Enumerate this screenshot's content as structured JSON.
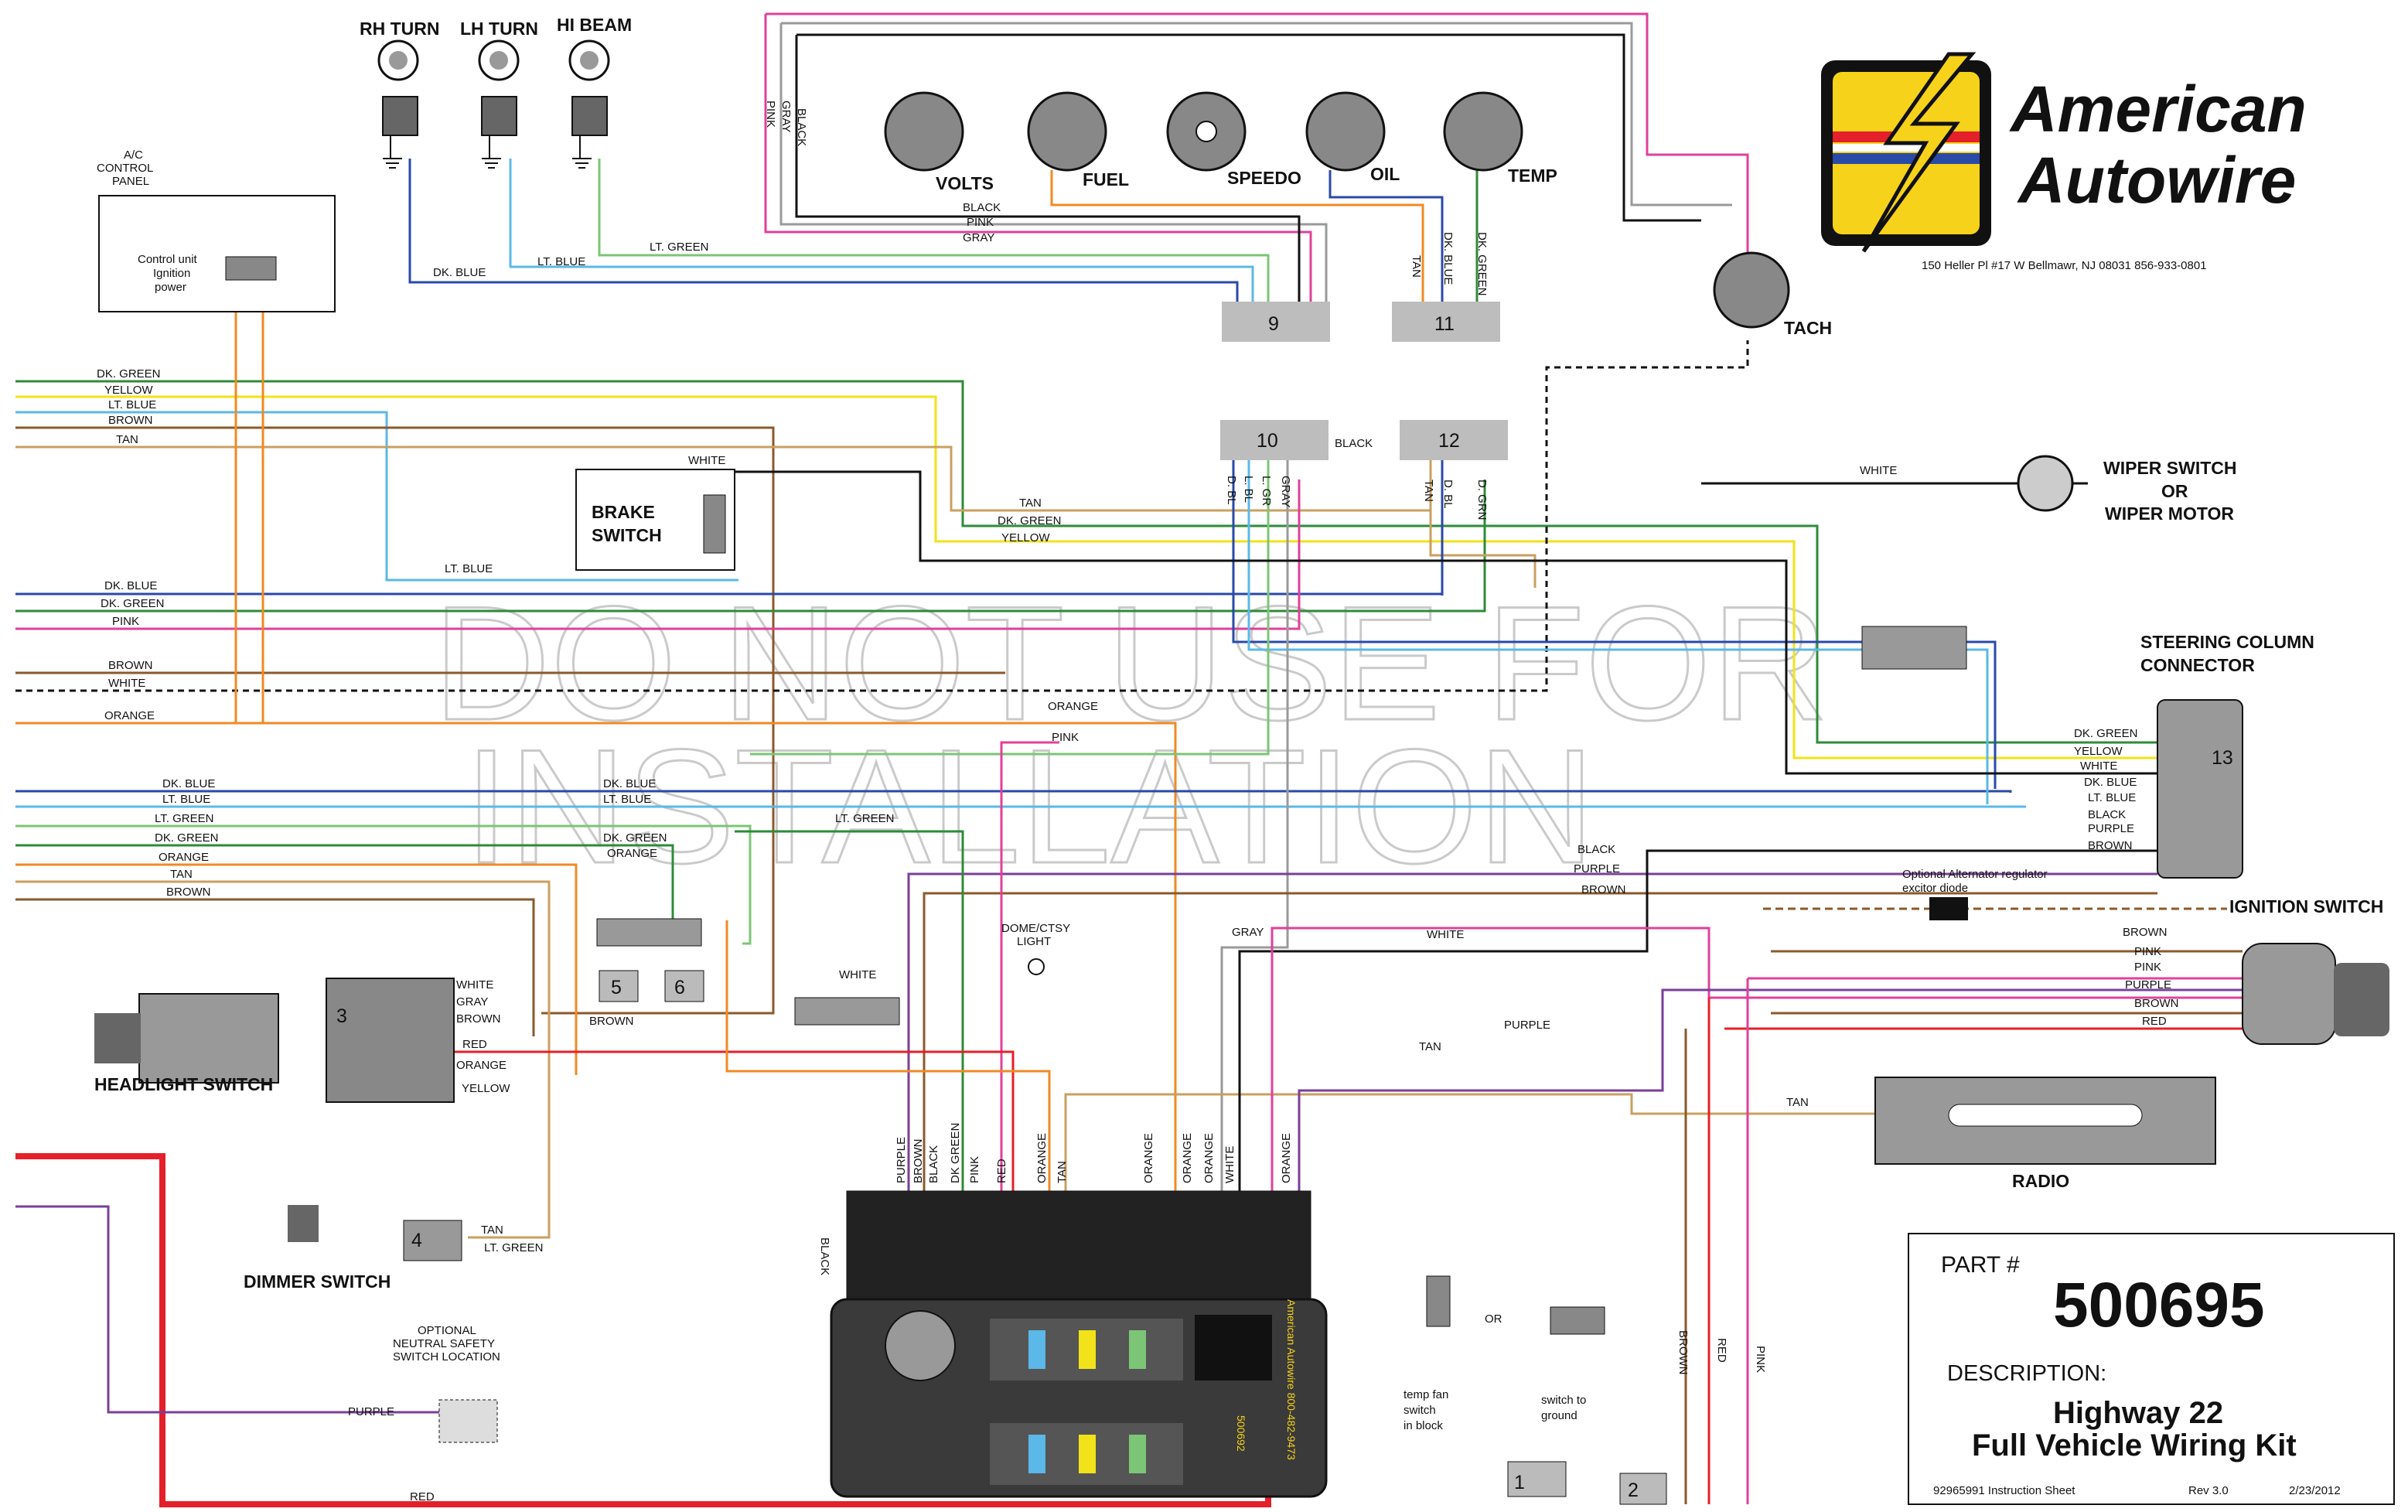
{
  "brand": {
    "line1": "American",
    "line2": "Autowire",
    "address": "150 Heller Pl #17 W   Bellmawr, NJ  08031   856-933-0801"
  },
  "watermark": {
    "line1": "DO NOT USE FOR",
    "line2": "INSTALLATION"
  },
  "components": {
    "rh_turn": "RH TURN",
    "lh_turn": "LH TURN",
    "hi_beam": "HI BEAM",
    "ac_panel": [
      "A/C",
      "CONTROL",
      "PANEL"
    ],
    "ac_note": [
      "Control unit",
      "Ignition",
      "power"
    ],
    "brake_switch": [
      "BRAKE",
      "SWITCH"
    ],
    "headlight_switch": "HEADLIGHT SWITCH",
    "dimmer_switch": "DIMMER SWITCH",
    "neutral_safety": [
      "OPTIONAL",
      "NEUTRAL SAFETY",
      "SWITCH LOCATION"
    ],
    "dome_light": [
      "DOME/CTSY",
      "LIGHT"
    ],
    "wiper": [
      "WIPER SWITCH",
      "OR",
      "WIPER MOTOR"
    ],
    "steering_column": [
      "STEERING COLUMN",
      "CONNECTOR"
    ],
    "ignition_switch": "IGNITION SWITCH",
    "radio": "RADIO",
    "tach": "TACH",
    "alternator_note": [
      "Optional Alternator regulator",
      "excitor diode"
    ],
    "temp_fan": [
      "temp fan",
      "switch",
      "in block"
    ],
    "switch_ground": [
      "switch to",
      "ground"
    ],
    "or_label": "OR"
  },
  "gauges": [
    "VOLTS",
    "FUEL",
    "SPEEDO",
    "OIL",
    "TEMP"
  ],
  "connectors": {
    "c1": "1",
    "c2": "2",
    "c3": "3",
    "c4": "4",
    "c5": "5",
    "c6": "6",
    "c9": "9",
    "c10": "10",
    "c11": "11",
    "c12": "12",
    "c13": "13"
  },
  "wire_labels": {
    "left_top": [
      "DK. GREEN",
      "YELLOW",
      "LT. BLUE",
      "BROWN",
      "TAN"
    ],
    "left_mid": [
      "DK. BLUE",
      "DK. GREEN",
      "PINK",
      "BROWN",
      "WHITE",
      "ORANGE"
    ],
    "left_low": [
      "DK. BLUE",
      "LT. BLUE",
      "LT. GREEN",
      "DK. GREEN",
      "ORANGE",
      "TAN",
      "BROWN"
    ],
    "col_left": [
      "DK. BLUE",
      "LT. BLUE",
      "DK. GREEN",
      "ORANGE"
    ],
    "headlight": [
      "WHITE",
      "GRAY",
      "BROWN",
      "RED",
      "ORANGE",
      "YELLOW"
    ],
    "dimmer": [
      "TAN",
      "LT. GREEN"
    ],
    "steering": [
      "DK. GREEN",
      "YELLOW",
      "WHITE",
      "DK. BLUE",
      "LT. BLUE",
      "BLACK",
      "PURPLE",
      "BROWN"
    ],
    "ignition": [
      "BROWN",
      "PINK",
      "PINK",
      "PURPLE",
      "BROWN",
      "RED"
    ],
    "fuse_top": [
      "PURPLE",
      "BROWN",
      "BLACK",
      "DK GREEN",
      "PINK",
      "RED",
      "ORANGE",
      "TAN",
      "ORANGE",
      "ORANGE",
      "ORANGE",
      "WHITE",
      "ORANGE"
    ],
    "g9": [
      "BLACK",
      "PINK",
      "GRAY"
    ],
    "g11": [
      "TAN",
      "DK. BLUE",
      "DK. GREEN"
    ],
    "g10": [
      "D. BL",
      "L. BL",
      "L. GR",
      "GRAY"
    ],
    "g12": [
      "TAN",
      "D. BL",
      "D. GRN"
    ],
    "vertical_top": [
      "PINK",
      "GRAY",
      "BLACK"
    ],
    "misc": {
      "dk_blue": "DK. BLUE",
      "lt_blue": "LT. BLUE",
      "lt_green": "LT. GREEN",
      "white": "WHITE",
      "tan": "TAN",
      "dk_green": "DK. GREEN",
      "yellow": "YELLOW",
      "orange": "ORANGE",
      "pink": "PINK",
      "gray": "GRAY",
      "black": "BLACK",
      "brown": "BROWN",
      "purple": "PURPLE",
      "red": "RED"
    }
  },
  "fuse_block": {
    "brand": "American Autowire 800-482-9473",
    "part": "500692"
  },
  "part_box": {
    "part_label": "PART #",
    "part_number": "500695",
    "desc_label": "DESCRIPTION:",
    "desc1": "Highway 22",
    "desc2": "Full Vehicle Wiring Kit",
    "sheet": "92965991 Instruction Sheet",
    "rev": "Rev  3.0",
    "date": "2/23/2012"
  },
  "colors": {
    "dk_green": "#2e8b3a",
    "yellow": "#f2e21a",
    "lt_blue": "#5bb8e8",
    "brown": "#8a5a2b",
    "tan": "#c9a060",
    "dk_blue": "#2a4aa8",
    "pink": "#e0409a",
    "orange": "#f08a24",
    "white": "#cfcfcf",
    "gray": "#9a9a9a",
    "black": "#111111",
    "purple": "#7a3f9a",
    "red": "#e4202a",
    "lt_green": "#7cc576",
    "logo_yellow": "#f6d21a"
  }
}
